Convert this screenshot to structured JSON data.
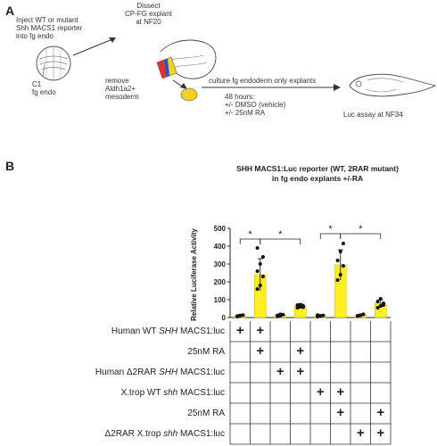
{
  "panelA": {
    "letter": "A",
    "inject_line1": "Inject WT or mutant",
    "inject_line2": "Shh MACS1 reporter",
    "inject_line3": "into fg endo",
    "c1_label": "C1",
    "c1_sub": "fg endo",
    "dissect_line1": "Dissect",
    "dissect_line2": "CP-FG explant",
    "dissect_line3": "at NF20",
    "remove_line1": "remove",
    "remove_line2": "Aldh1a2+",
    "remove_line3": "mesoderm",
    "culture_label": "culture fg endoderm only explants",
    "hours": "48 hours:",
    "treat1": "+/-   DMSO (vehicle)",
    "treat2": "+/-   25nM RA",
    "assay": "Luc assay  at NF34"
  },
  "panelB": {
    "letter": "B",
    "title_line1": "SHH MACS1:Luc reporter (WT, 2RAR mutant)",
    "title_line2": "in fg endo explants +/-RA"
  },
  "chart_data": {
    "type": "bar",
    "ylabel": "Relative Luciferase Activity",
    "ylim": [
      0,
      500
    ],
    "yticks": [
      0,
      100,
      200,
      300,
      400,
      500
    ],
    "bar_color": "#ffee22",
    "values": [
      10,
      240,
      12,
      65,
      10,
      295,
      12,
      80
    ],
    "errors": [
      6,
      90,
      6,
      12,
      6,
      85,
      6,
      20
    ],
    "points": [
      [
        5,
        10,
        14,
        8,
        12
      ],
      [
        160,
        180,
        230,
        260,
        300,
        340,
        390
      ],
      [
        6,
        10,
        16,
        12,
        18
      ],
      [
        55,
        60,
        65,
        70,
        72,
        58
      ],
      [
        5,
        8,
        12,
        14,
        10
      ],
      [
        210,
        240,
        290,
        320,
        370,
        415
      ],
      [
        8,
        12,
        18,
        10,
        14
      ],
      [
        55,
        65,
        80,
        90,
        105,
        70
      ]
    ],
    "significance": [
      {
        "from": 0,
        "to": 1,
        "label": "*",
        "y": 440
      },
      {
        "from": 1,
        "to": 3,
        "label": "*",
        "y": 440
      },
      {
        "from": 4,
        "to": 5,
        "label": "*",
        "y": 470
      },
      {
        "from": 5,
        "to": 7,
        "label": "*",
        "y": 470
      }
    ]
  },
  "table": {
    "rows": [
      {
        "pre": "Human WT ",
        "gene": "SHH",
        "post": " MACS1:luc",
        "marks": [
          1,
          1,
          0,
          0,
          0,
          0,
          0,
          0
        ]
      },
      {
        "pre": "25nM RA",
        "gene": "",
        "post": "",
        "marks": [
          0,
          1,
          0,
          1,
          0,
          0,
          0,
          0
        ]
      },
      {
        "pre": "Human Δ2RAR ",
        "gene": "SHH",
        "post": " MACS1:luc",
        "marks": [
          0,
          0,
          1,
          1,
          0,
          0,
          0,
          0
        ]
      },
      {
        "pre": "X.trop WT ",
        "gene": "shh",
        "post": " MACS1:luc",
        "marks": [
          0,
          0,
          0,
          0,
          1,
          1,
          0,
          0
        ]
      },
      {
        "pre": "25nM RA",
        "gene": "",
        "post": "",
        "marks": [
          0,
          0,
          0,
          0,
          0,
          1,
          0,
          1
        ]
      },
      {
        "pre": "Δ2RAR X.trop ",
        "gene": "shh",
        "post": " MACS1:luc",
        "marks": [
          0,
          0,
          0,
          0,
          0,
          0,
          1,
          1
        ]
      }
    ],
    "plus_symbol": "+"
  }
}
